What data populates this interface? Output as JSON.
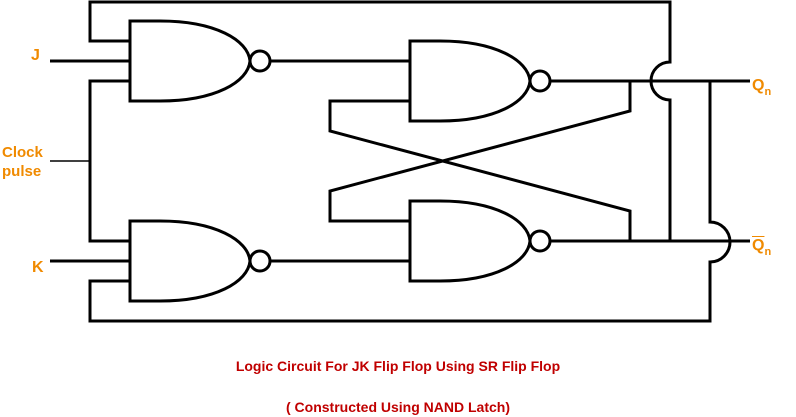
{
  "labels": {
    "j": "J",
    "k": "K",
    "clock_line1": "Clock",
    "clock_line2": "pulse",
    "q": "Q",
    "q_sub": "n",
    "qbar": "Q",
    "qbar_sub": "n"
  },
  "caption": {
    "title": "Logic Circuit For JK Flip Flop Using SR Flip Flop",
    "subtitle": "( Constructed Using NAND Latch)"
  },
  "colors": {
    "label": "#f08a00",
    "caption": "#c00000",
    "wire": "#000000"
  }
}
